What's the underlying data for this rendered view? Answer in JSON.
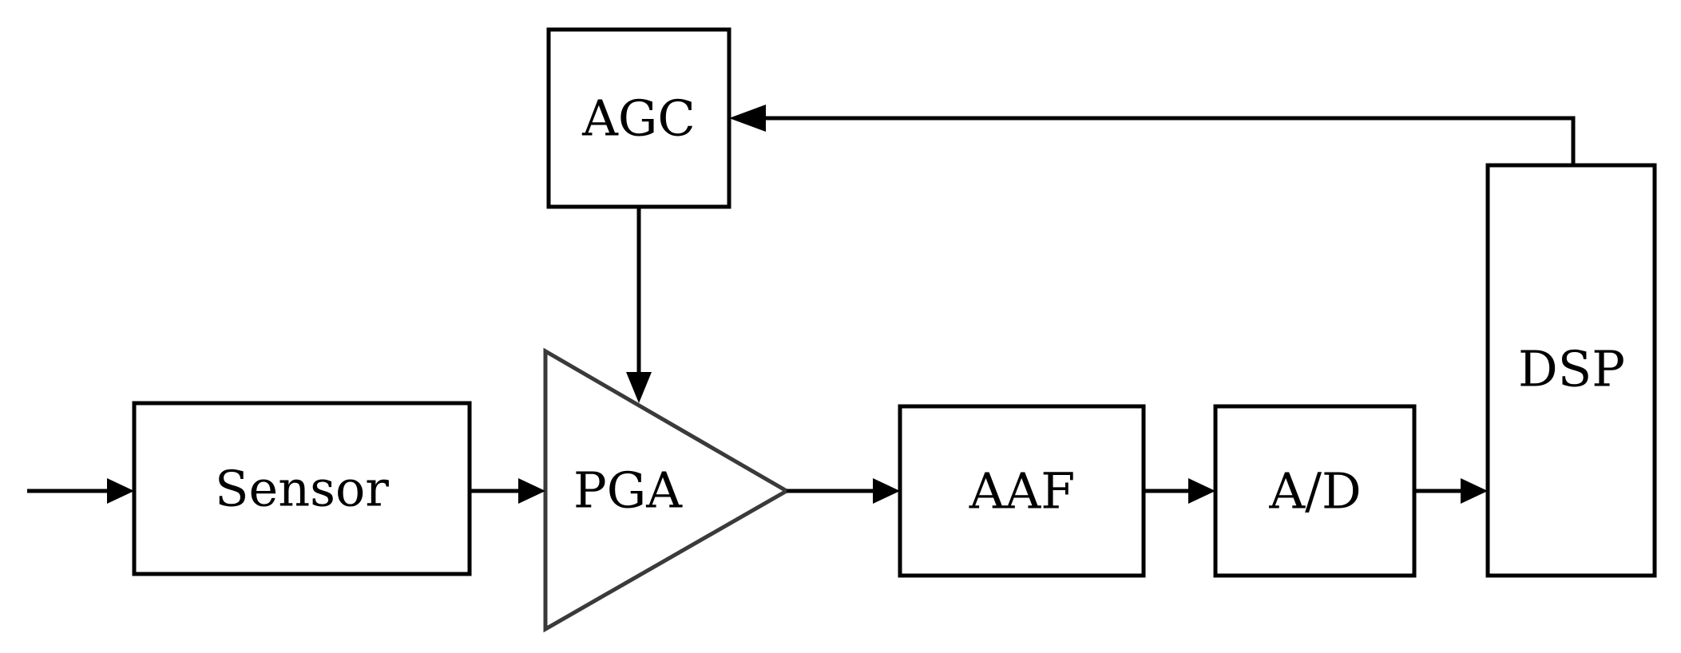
{
  "blocks": {
    "sensor": "Sensor",
    "pga": "PGA",
    "agc": "AGC",
    "aaf": "AAF",
    "adc": "A/D",
    "dsp": "DSP"
  }
}
